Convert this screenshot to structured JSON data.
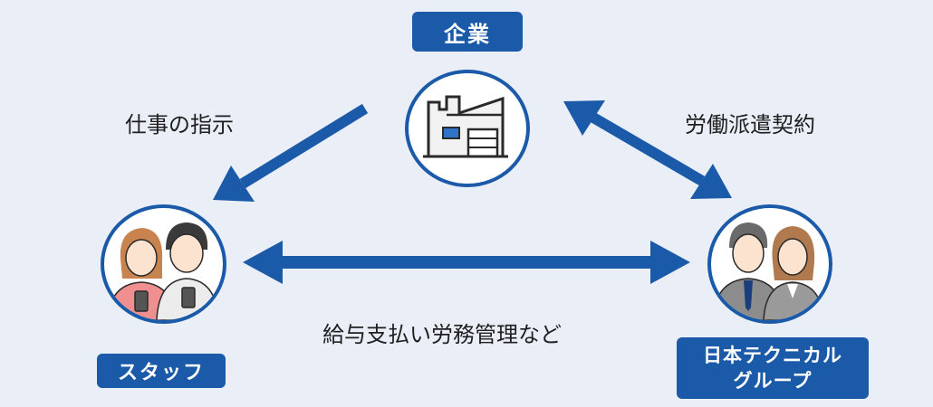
{
  "nodes": {
    "company": {
      "label": "企業"
    },
    "staff": {
      "label": "スタッフ"
    },
    "agency": {
      "label_line1": "日本テクニカル",
      "label_line2": "グループ"
    }
  },
  "edges": {
    "work_instructions": "仕事の指示",
    "dispatch_contract": "労働派遣契約",
    "payroll_labor": "給与支払い労務管理など"
  },
  "colors": {
    "accent": "#1b5aa8",
    "background": "#e9eef7"
  },
  "icons": {
    "company": "factory-icon",
    "staff": "two-people-with-phones-icon",
    "agency": "two-business-people-icon"
  }
}
